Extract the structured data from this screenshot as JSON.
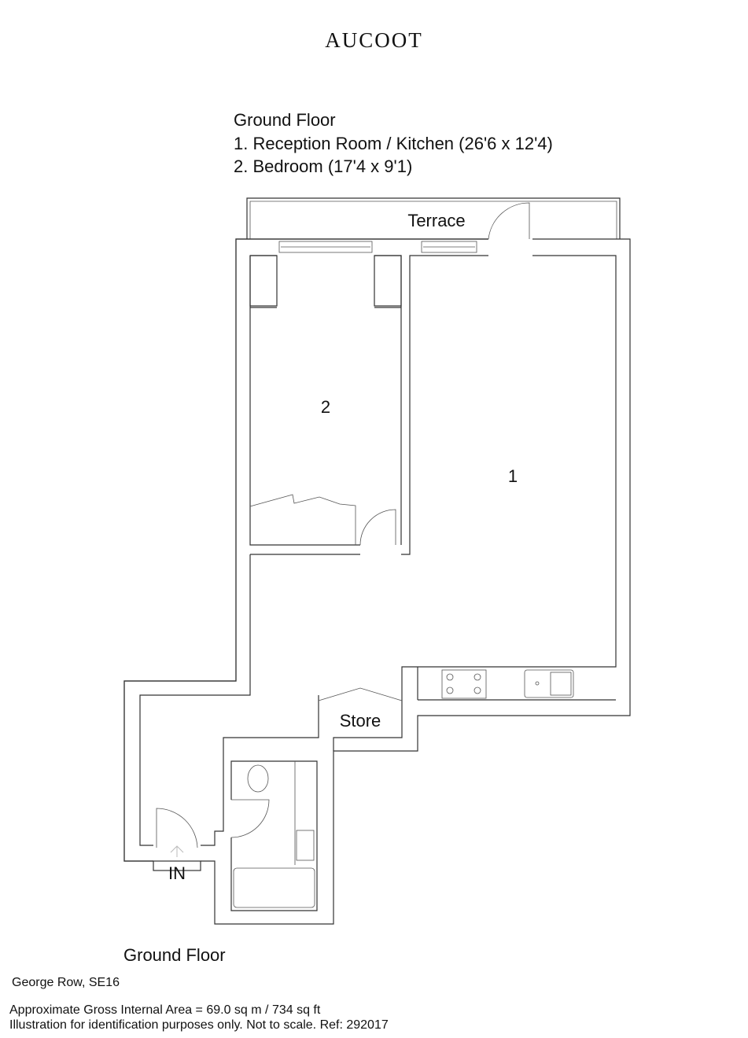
{
  "brand": "AUCOOT",
  "header": {
    "floor": "Ground Floor",
    "rooms": [
      "1. Reception Room / Kitchen (26'6 x 12'4)",
      "2. Bedroom (17'4 x 9'1)"
    ]
  },
  "plan": {
    "labels": {
      "terrace": "Terrace",
      "room1": "1",
      "room2": "2",
      "store": "Store",
      "entrance": "IN"
    },
    "floor_label": "Ground Floor"
  },
  "footer": {
    "address": "George Row, SE16",
    "area": "Approximate Gross Internal Area = 69.0 sq m / 734 sq ft",
    "disclaimer": "Illustration for identification purposes only. Not to scale. Ref: 292017"
  }
}
